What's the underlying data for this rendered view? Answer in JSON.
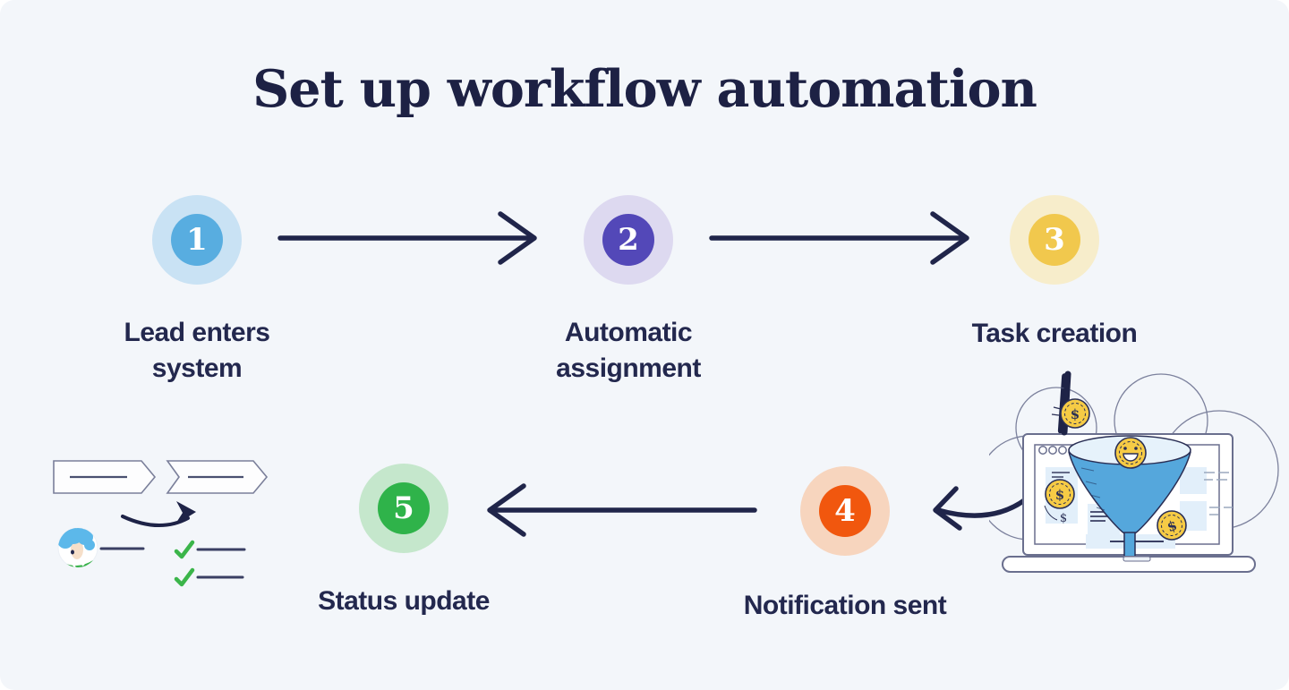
{
  "page": {
    "title": "Set up workflow automation",
    "background": "#F3F6FA",
    "text_color": "#23284E",
    "arrow_color": "#20254A"
  },
  "steps": [
    {
      "number": "1",
      "label": "Lead enters\nsystem",
      "circle_color": "#58ADE0",
      "halo_color": "#C9E2F4"
    },
    {
      "number": "2",
      "label": "Automatic\nassignment",
      "circle_color": "#5348B8",
      "halo_color": "#DDD9F0"
    },
    {
      "number": "3",
      "label": "Task creation",
      "circle_color": "#F1C84D",
      "halo_color": "#F7EDCB"
    },
    {
      "number": "4",
      "label": "Notification sent",
      "circle_color": "#F1570E",
      "halo_color": "#F7D5BE"
    },
    {
      "number": "5",
      "label": "Status update",
      "circle_color": "#2FB34A",
      "halo_color": "#C5E7CC"
    }
  ],
  "icons": {
    "arrow_step1_to_step2": "arrow-right-icon",
    "arrow_step2_to_step3": "arrow-right-icon",
    "arrow_step4_to_step5": "arrow-left-icon",
    "task_connector": "vertical-line-connector",
    "laptop_to_step4": "curved-arrow-left-icon"
  },
  "illustrations": {
    "funnel_laptop": {
      "label": "sales-funnel-on-laptop",
      "funnel_color": "#55A7DC",
      "coin_color": "#F6CB45",
      "outline_color": "#6A6F8E",
      "dollar_sign": "$"
    },
    "workflow_checklist": {
      "label": "workflow-steps-checklist",
      "check_color": "#3BB54A",
      "outline_color": "#7A7F9A"
    }
  }
}
